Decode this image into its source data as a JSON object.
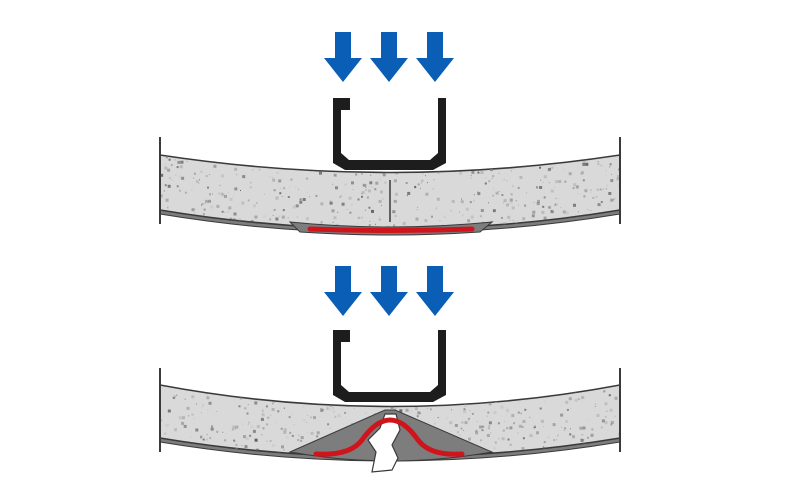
{
  "figure": {
    "panels": [
      {
        "id": "top",
        "state": "slab bending under load, seam closed, red strip lies flat under the joint",
        "arrow_icon": "arrow-down-icon",
        "arrow_count": 3,
        "profile_icon": "u-channel-profile-icon"
      },
      {
        "id": "bottom",
        "state": "slab sagging, seam cracked open, red strip pushed up into a wave",
        "arrow_icon": "arrow-down-icon",
        "arrow_count": 3,
        "profile_icon": "u-channel-profile-icon"
      }
    ]
  },
  "colors": {
    "arrow": "#0a5eb5",
    "profile": "#1d1d1d",
    "slab_fill": "#d9d9d9",
    "slab_edge": "#3a3a3a",
    "speckle": "#777777",
    "strip": "#d0141c",
    "wedge": "#7d7d7d",
    "background": "#ffffff"
  }
}
